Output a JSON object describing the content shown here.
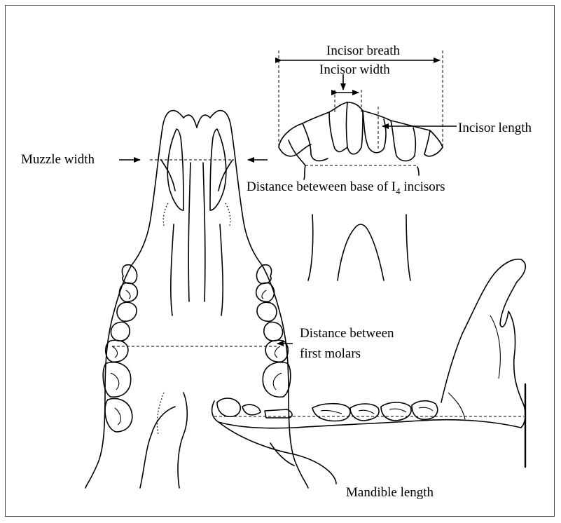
{
  "labels": {
    "incisor_breath": "Incisor breath",
    "incisor_width": "Incisor width",
    "incisor_length": "Incisor length",
    "muzzle_width": "Muzzle width",
    "base_distance_prefix": "Distance beteween base of  I",
    "base_distance_sub": "4",
    "base_distance_suffix": " incisors",
    "first_molars_line1": "Distance between",
    "first_molars_line2": "first molars",
    "mandible_length": "Mandible length"
  }
}
